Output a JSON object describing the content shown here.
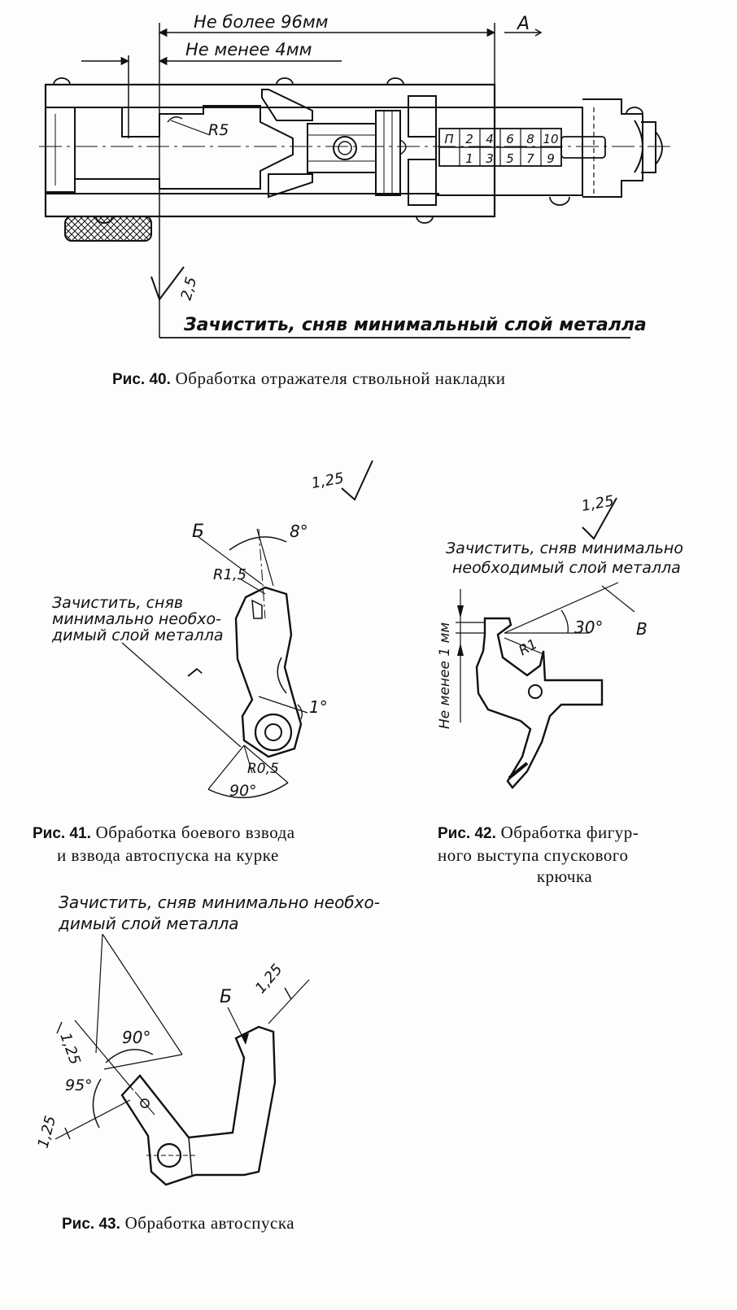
{
  "fig40": {
    "dim_max": "Не более 96мм",
    "dim_min": "Не менее 4мм",
    "view_label": "А",
    "radius": "R5",
    "roughness": "2,5",
    "note": "Зачистить, сняв минимальный слой металла",
    "scale_top": [
      "П",
      "2",
      "4",
      "6",
      "8",
      "10"
    ],
    "scale_bottom": [
      "1",
      "3",
      "5",
      "7",
      "9"
    ],
    "caption_number": "Рис. 40.",
    "caption_text": "Обработка отражателя ствольной накладки"
  },
  "fig41": {
    "roughness": "1,25",
    "label_b": "Б",
    "angle_8": "8°",
    "radius_15": "R1,5",
    "note_line1": "Зачистить, сняв",
    "note_line2": "минимально необхо-",
    "note_line3": "димый слой металла",
    "label_g": "Г",
    "angle_1": "1°",
    "radius_05": "R0,5",
    "angle_90": "90°",
    "caption_number": "Рис. 41.",
    "caption_line1": "Обработка боевого взвода",
    "caption_line2": "и взвода автоспуска на курке"
  },
  "fig42": {
    "roughness": "1,25",
    "note_line1": "Зачистить, сняв минимально",
    "note_line2": "необходимый слой металла",
    "dim_vertical": "Не менее 1 мм",
    "angle_30": "30°",
    "radius_1": "R1",
    "label_v": "В",
    "caption_number": "Рис. 42.",
    "caption_line1": "Обработка фигур-",
    "caption_line2": "ного выступа спускового",
    "caption_line3": "крючка"
  },
  "fig43": {
    "note_line1": "Зачистить, сняв минимально необхо-",
    "note_line2": "димый слой металла",
    "label_b": "Б",
    "roughness_top": "1,25",
    "roughness_left": "1,25",
    "roughness_bottom": "1,25",
    "angle_90": "90°",
    "angle_95": "95°",
    "caption_number": "Рис. 43.",
    "caption_text": "Обработка автоспуска"
  }
}
